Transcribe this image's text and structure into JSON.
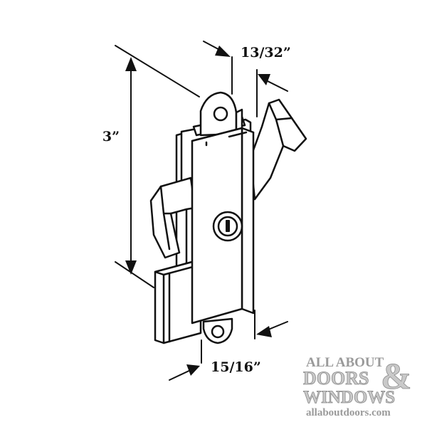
{
  "dimensions": {
    "height_label": "3”",
    "projection_label": "13/32”",
    "width_label": "15/16”"
  },
  "watermark": {
    "line1": "ALL ABOUT",
    "line2": "DOORS",
    "ampersand": "&",
    "line3": "WINDOWS",
    "url": "allaboutdoors.com"
  },
  "colors": {
    "line": "#111111",
    "watermark_fill": "#c9c9c9",
    "watermark_text": "#9a9a9a"
  }
}
